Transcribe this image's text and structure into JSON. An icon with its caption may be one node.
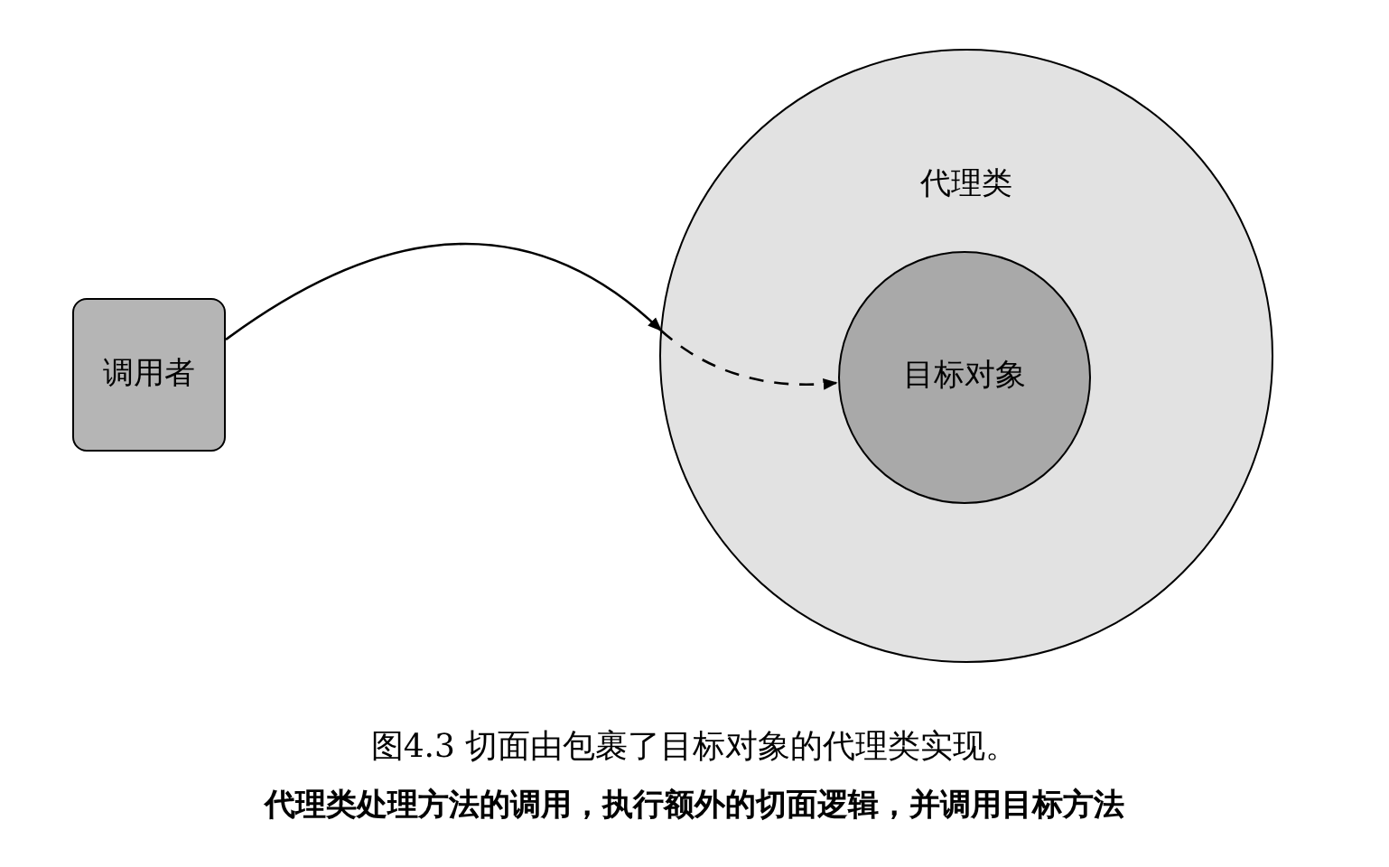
{
  "diagram": {
    "caption": "图4.3 切面由包裹了目标对象的代理类实现。",
    "nodes": [
      {
        "text": [
          "调用者"
        ]
      },
      {
        "text": [
          "代理类"
        ]
      },
      {
        "text": [
          "目标对象"
        ],
        "in": 1
      }
    ],
    "edges": [
      {
        "from": 0,
        "to": 1,
        "arrow": "to"
      },
      {
        "from": 1,
        "to": 2,
        "arrow": "to",
        "style": "dashed"
      }
    ],
    "labels": [
      "代理类处理方法的调用，执行额外的切面逻辑，并调用目标方法"
    ]
  }
}
